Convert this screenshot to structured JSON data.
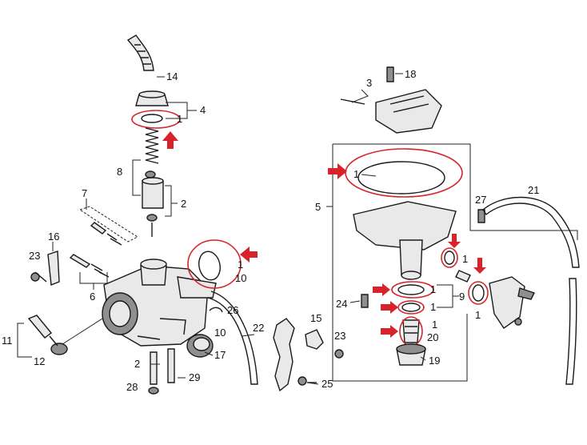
{
  "colors": {
    "highlight": "#d7242a",
    "line": "#1a1a1a",
    "background": "#ffffff"
  },
  "callouts": {
    "n14": "14",
    "n1_needle": "1",
    "n4": "4",
    "n8": "8",
    "n2_needle": "2",
    "n7": "7",
    "n16": "16",
    "n23_left": "23",
    "n6": "6",
    "n1_float": "1",
    "n10_float": "10",
    "n11": "11",
    "n12": "12",
    "n26": "26",
    "n10_hose": "10",
    "n22": "22",
    "n17": "17",
    "n2_bottom": "2",
    "n28": "28",
    "n29": "29",
    "n15": "15",
    "n23_mid": "23",
    "n25": "25",
    "n18": "18",
    "n3": "3",
    "n1_bowl": "1",
    "n5": "5",
    "n27": "27",
    "n21": "21",
    "n1_jet": "1",
    "n1_drain": "1",
    "n24": "24",
    "n1_o1": "1",
    "n1_o2": "1",
    "n9": "9",
    "n1_valve": "1",
    "n20": "20",
    "n19": "19"
  }
}
